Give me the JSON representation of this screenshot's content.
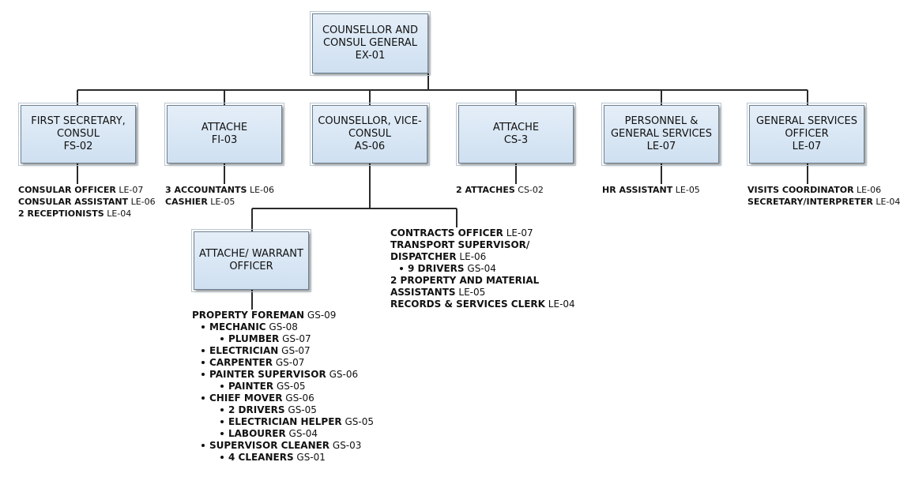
{
  "top": {
    "title": "COUNSELLOR AND\nCONSUL GENERAL",
    "code": "EX-01"
  },
  "branches": [
    {
      "title": "FIRST SECRETARY,\nCONSUL",
      "code": "FS-02",
      "staff": [
        {
          "title": "CONSULAR OFFICER",
          "grade": "LE-07"
        },
        {
          "title": "CONSULAR ASSISTANT",
          "grade": "LE-06"
        },
        {
          "title": "2 RECEPTIONISTS",
          "grade": "LE-04"
        }
      ]
    },
    {
      "title": "ATTACHE",
      "code": "FI-03",
      "staff": [
        {
          "title": "3 ACCOUNTANTS",
          "grade": "LE-06"
        },
        {
          "title": "CASHIER",
          "grade": "LE-05"
        }
      ]
    },
    {
      "title": "COUNSELLOR, VICE-\nCONSUL",
      "code": "AS-06",
      "staff": []
    },
    {
      "title": "ATTACHE",
      "code": "CS-3",
      "staff": [
        {
          "title": "2 ATTACHES",
          "grade": "CS-02"
        }
      ]
    },
    {
      "title": "PERSONNEL &\nGENERAL SERVICES",
      "code": "LE-07",
      "staff": [
        {
          "title": "HR ASSISTANT",
          "grade": "LE-05"
        }
      ]
    },
    {
      "title": "GENERAL SERVICES\nOFFICER",
      "code": "LE-07",
      "staff": [
        {
          "title": "VISITS COORDINATOR",
          "grade": "LE-06"
        },
        {
          "title": "SECRETARY/INTERPRETER",
          "grade": "LE-04"
        }
      ]
    }
  ],
  "warrant": {
    "title": "ATTACHE/ WARRANT\nOFFICER"
  },
  "warrant_staff": [
    {
      "level": 0,
      "title": "PROPERTY FOREMAN",
      "grade": "GS-09"
    },
    {
      "level": 1,
      "title": "MECHANIC",
      "grade": "GS-08"
    },
    {
      "level": 2,
      "title": "PLUMBER",
      "grade": "GS-07"
    },
    {
      "level": 1,
      "title": "ELECTRICIAN",
      "grade": "GS-07"
    },
    {
      "level": 1,
      "title": "CARPENTER",
      "grade": "GS-07"
    },
    {
      "level": 1,
      "title": "PAINTER SUPERVISOR",
      "grade": "GS-06"
    },
    {
      "level": 2,
      "title": "PAINTER",
      "grade": "GS-05"
    },
    {
      "level": 1,
      "title": "CHIEF MOVER",
      "grade": "GS-06"
    },
    {
      "level": 2,
      "title": "2 DRIVERS",
      "grade": "GS-05"
    },
    {
      "level": 2,
      "title": "ELECTRICIAN HELPER",
      "grade": "GS-05"
    },
    {
      "level": 2,
      "title": "LABOURER",
      "grade": "GS-04"
    },
    {
      "level": 1,
      "title": "SUPERVISOR CLEANER",
      "grade": "GS-03"
    },
    {
      "level": 2,
      "title": "4 CLEANERS",
      "grade": "GS-01"
    }
  ],
  "contracts_staff": [
    {
      "level": 0,
      "title": "CONTRACTS OFFICER",
      "grade": "LE-07"
    },
    {
      "level": 0,
      "title": "TRANSPORT SUPERVISOR/",
      "grade": ""
    },
    {
      "level": 0,
      "title": "DISPATCHER",
      "grade": "LE-06"
    },
    {
      "level": 1,
      "title": "9 DRIVERS",
      "grade": "GS-04"
    },
    {
      "level": 0,
      "title": "2 PROPERTY AND MATERIAL",
      "grade": ""
    },
    {
      "level": 0,
      "title": "ASSISTANTS",
      "grade": "LE-05"
    },
    {
      "level": 0,
      "title": "RECORDS & SERVICES CLERK",
      "grade": "LE-04"
    }
  ]
}
